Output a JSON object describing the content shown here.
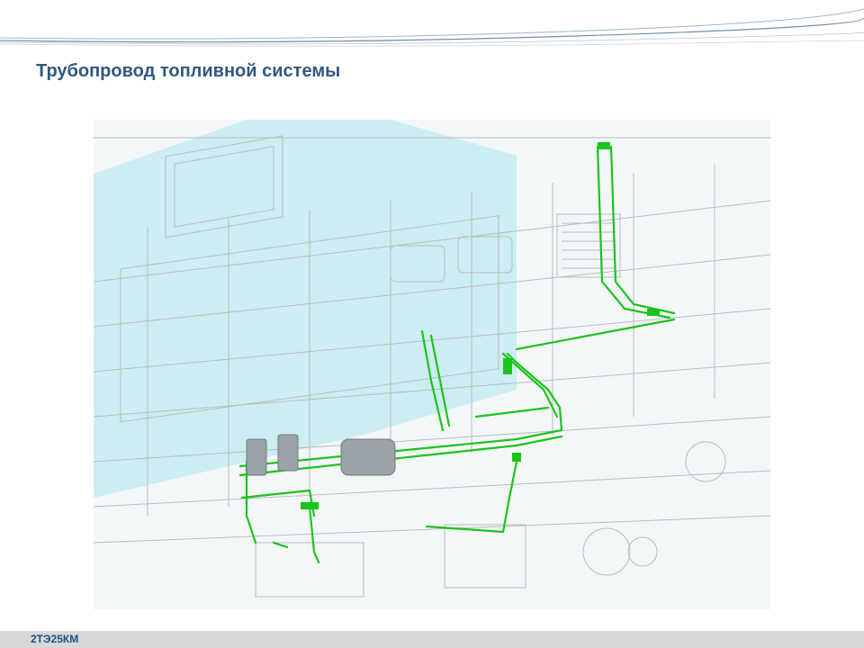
{
  "slide": {
    "title": "Трубопровод топливной системы",
    "footer_label": "2ТЭ25КМ"
  },
  "colors": {
    "title": "#31587e",
    "pipe": "#1bc41b",
    "engine_tint": "#bfeaf0",
    "line_art": "#b4bcc0",
    "footer_bg": "#d8d8d8",
    "footer_text": "#1d4f86"
  },
  "figure": {
    "icon": "locomotive-fuel-piping-drawing"
  }
}
